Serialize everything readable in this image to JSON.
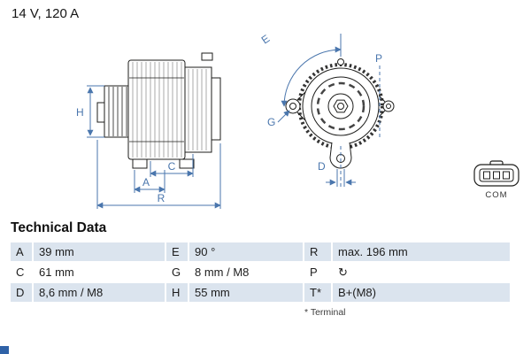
{
  "title": "14 V, 120 A",
  "diagram": {
    "labels": {
      "H": "H",
      "A": "A",
      "C": "C",
      "R": "R",
      "E": "E",
      "P": "P",
      "G": "G",
      "D": "D",
      "com": "COM"
    }
  },
  "table": {
    "heading": "Technical Data",
    "rows": [
      [
        {
          "k": "A",
          "v": "39 mm"
        },
        {
          "k": "E",
          "v": "90 °"
        },
        {
          "k": "R",
          "v": "max. 196 mm"
        }
      ],
      [
        {
          "k": "C",
          "v": "61 mm"
        },
        {
          "k": "G",
          "v": "8 mm / M8"
        },
        {
          "k": "P",
          "v": "↻"
        }
      ],
      [
        {
          "k": "D",
          "v": "8,6 mm / M8"
        },
        {
          "k": "H",
          "v": "55 mm"
        },
        {
          "k": "T*",
          "v": "B+(M8)"
        }
      ]
    ],
    "footnote": "* Terminal"
  },
  "colors": {
    "dimension": "#4a76ad",
    "row_shade": "#dbe4ee"
  }
}
